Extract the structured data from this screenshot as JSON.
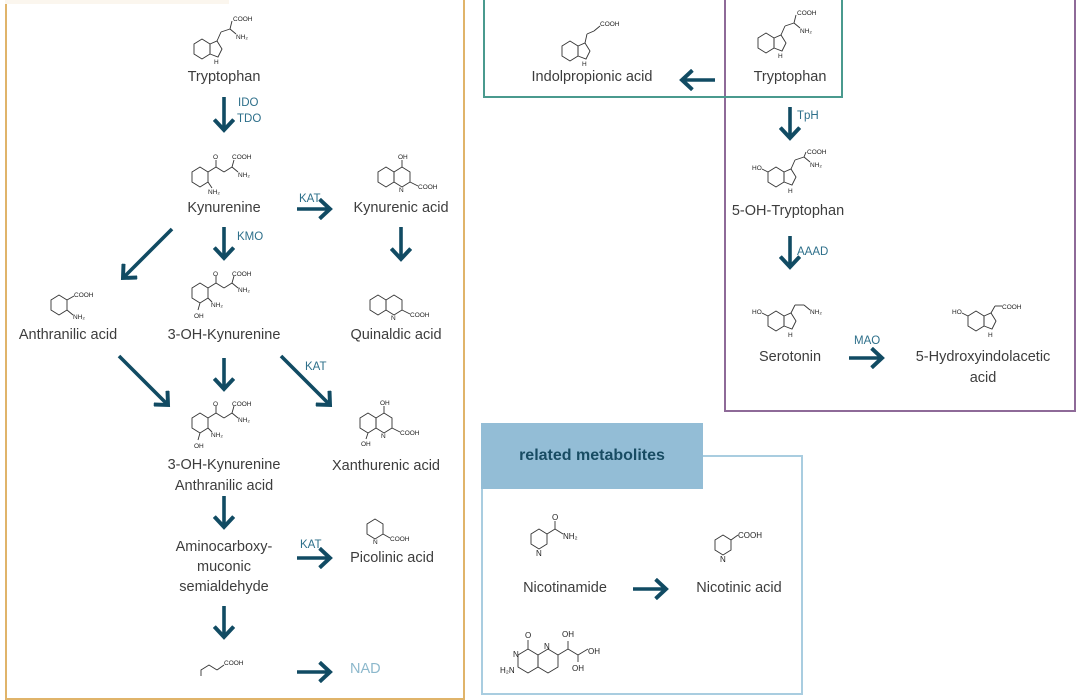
{
  "colors": {
    "arrow": "#114b63",
    "enzyme_text": "#2d6f8a",
    "kynurenine_box": "#e0b46a",
    "indole_box": "#4a9a8e",
    "serotonin_box": "#8e6a98",
    "related_box": "#93bdd6",
    "related_header_text": "#184c63"
  },
  "kynurenine_pathway": {
    "nodes": {
      "tryptophan": "Tryptophan",
      "kynurenine": "Kynurenine",
      "kynurenic_acid": "Kynurenic acid",
      "anthranilic_acid": "Anthranilic acid",
      "oh_kynurenine": "3-OH-Kynurenine",
      "quinaldic_acid": "Quinaldic acid",
      "oh_kyn_anthr_line1": "3-OH-Kynurenine",
      "oh_kyn_anthr_line2": "Anthranilic acid",
      "xanthurenic_acid": "Xanthurenic acid",
      "acms_line1": "Aminocarboxy-",
      "acms_line2": "muconic",
      "acms_line3": "semialdehyde",
      "picolinic_acid": "Picolinic acid",
      "nad": "NAD"
    },
    "enzymes": {
      "ido": "IDO",
      "tdo": "TDO",
      "kat1": "KAT",
      "kmo": "KMO",
      "kat2": "KAT",
      "kat3": "KAT"
    }
  },
  "indole_pathway": {
    "nodes": {
      "indolpropionic_acid": "Indolpropionic acid",
      "tryptophan": "Tryptophan"
    }
  },
  "serotonin_pathway": {
    "nodes": {
      "oh_tryptophan": "5-OH-Tryptophan",
      "serotonin": "Serotonin",
      "hiaa_line1": "5-Hydroxyindolacetic",
      "hiaa_line2": "acid"
    },
    "enzymes": {
      "tph": "TpH",
      "aaad": "AAAD",
      "mao": "MAO"
    }
  },
  "related_metabolites": {
    "title": "related metabolites",
    "nodes": {
      "nicotinamide": "Nicotinamide",
      "nicotinic_acid": "Nicotinic acid"
    }
  },
  "structure_labels": {
    "cooh": "COOH",
    "nh2": "NH₂",
    "h2n": "H₂N",
    "oh": "OH",
    "ho": "HO",
    "o": "O",
    "n": "N",
    "h": "H"
  }
}
